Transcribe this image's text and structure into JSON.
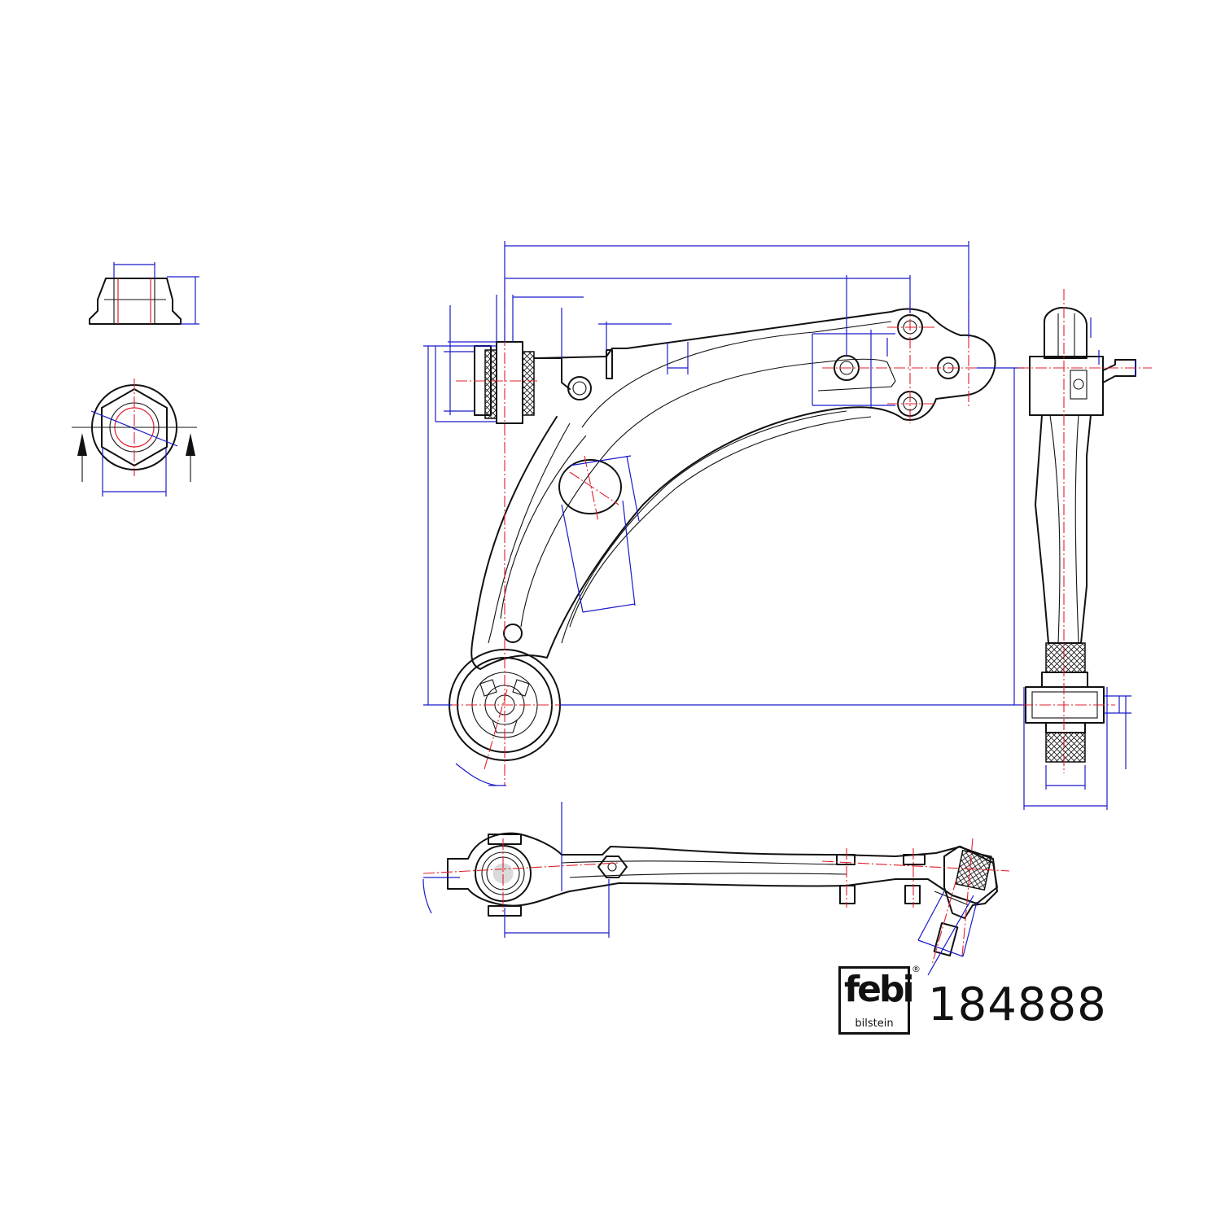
{
  "brand": {
    "logo_word": "febi",
    "logo_sub": "bilstein",
    "registered_mark": "®"
  },
  "part_number": "184888",
  "colors": {
    "outline": "#111111",
    "dimension": "#1a1acc",
    "centerline": "#e0202a",
    "background": "#ffffff"
  },
  "views": [
    {
      "name": "nut-side-view"
    },
    {
      "name": "nut-top-view"
    },
    {
      "name": "control-arm-top-view"
    },
    {
      "name": "control-arm-side-view"
    },
    {
      "name": "control-arm-front-view"
    }
  ]
}
